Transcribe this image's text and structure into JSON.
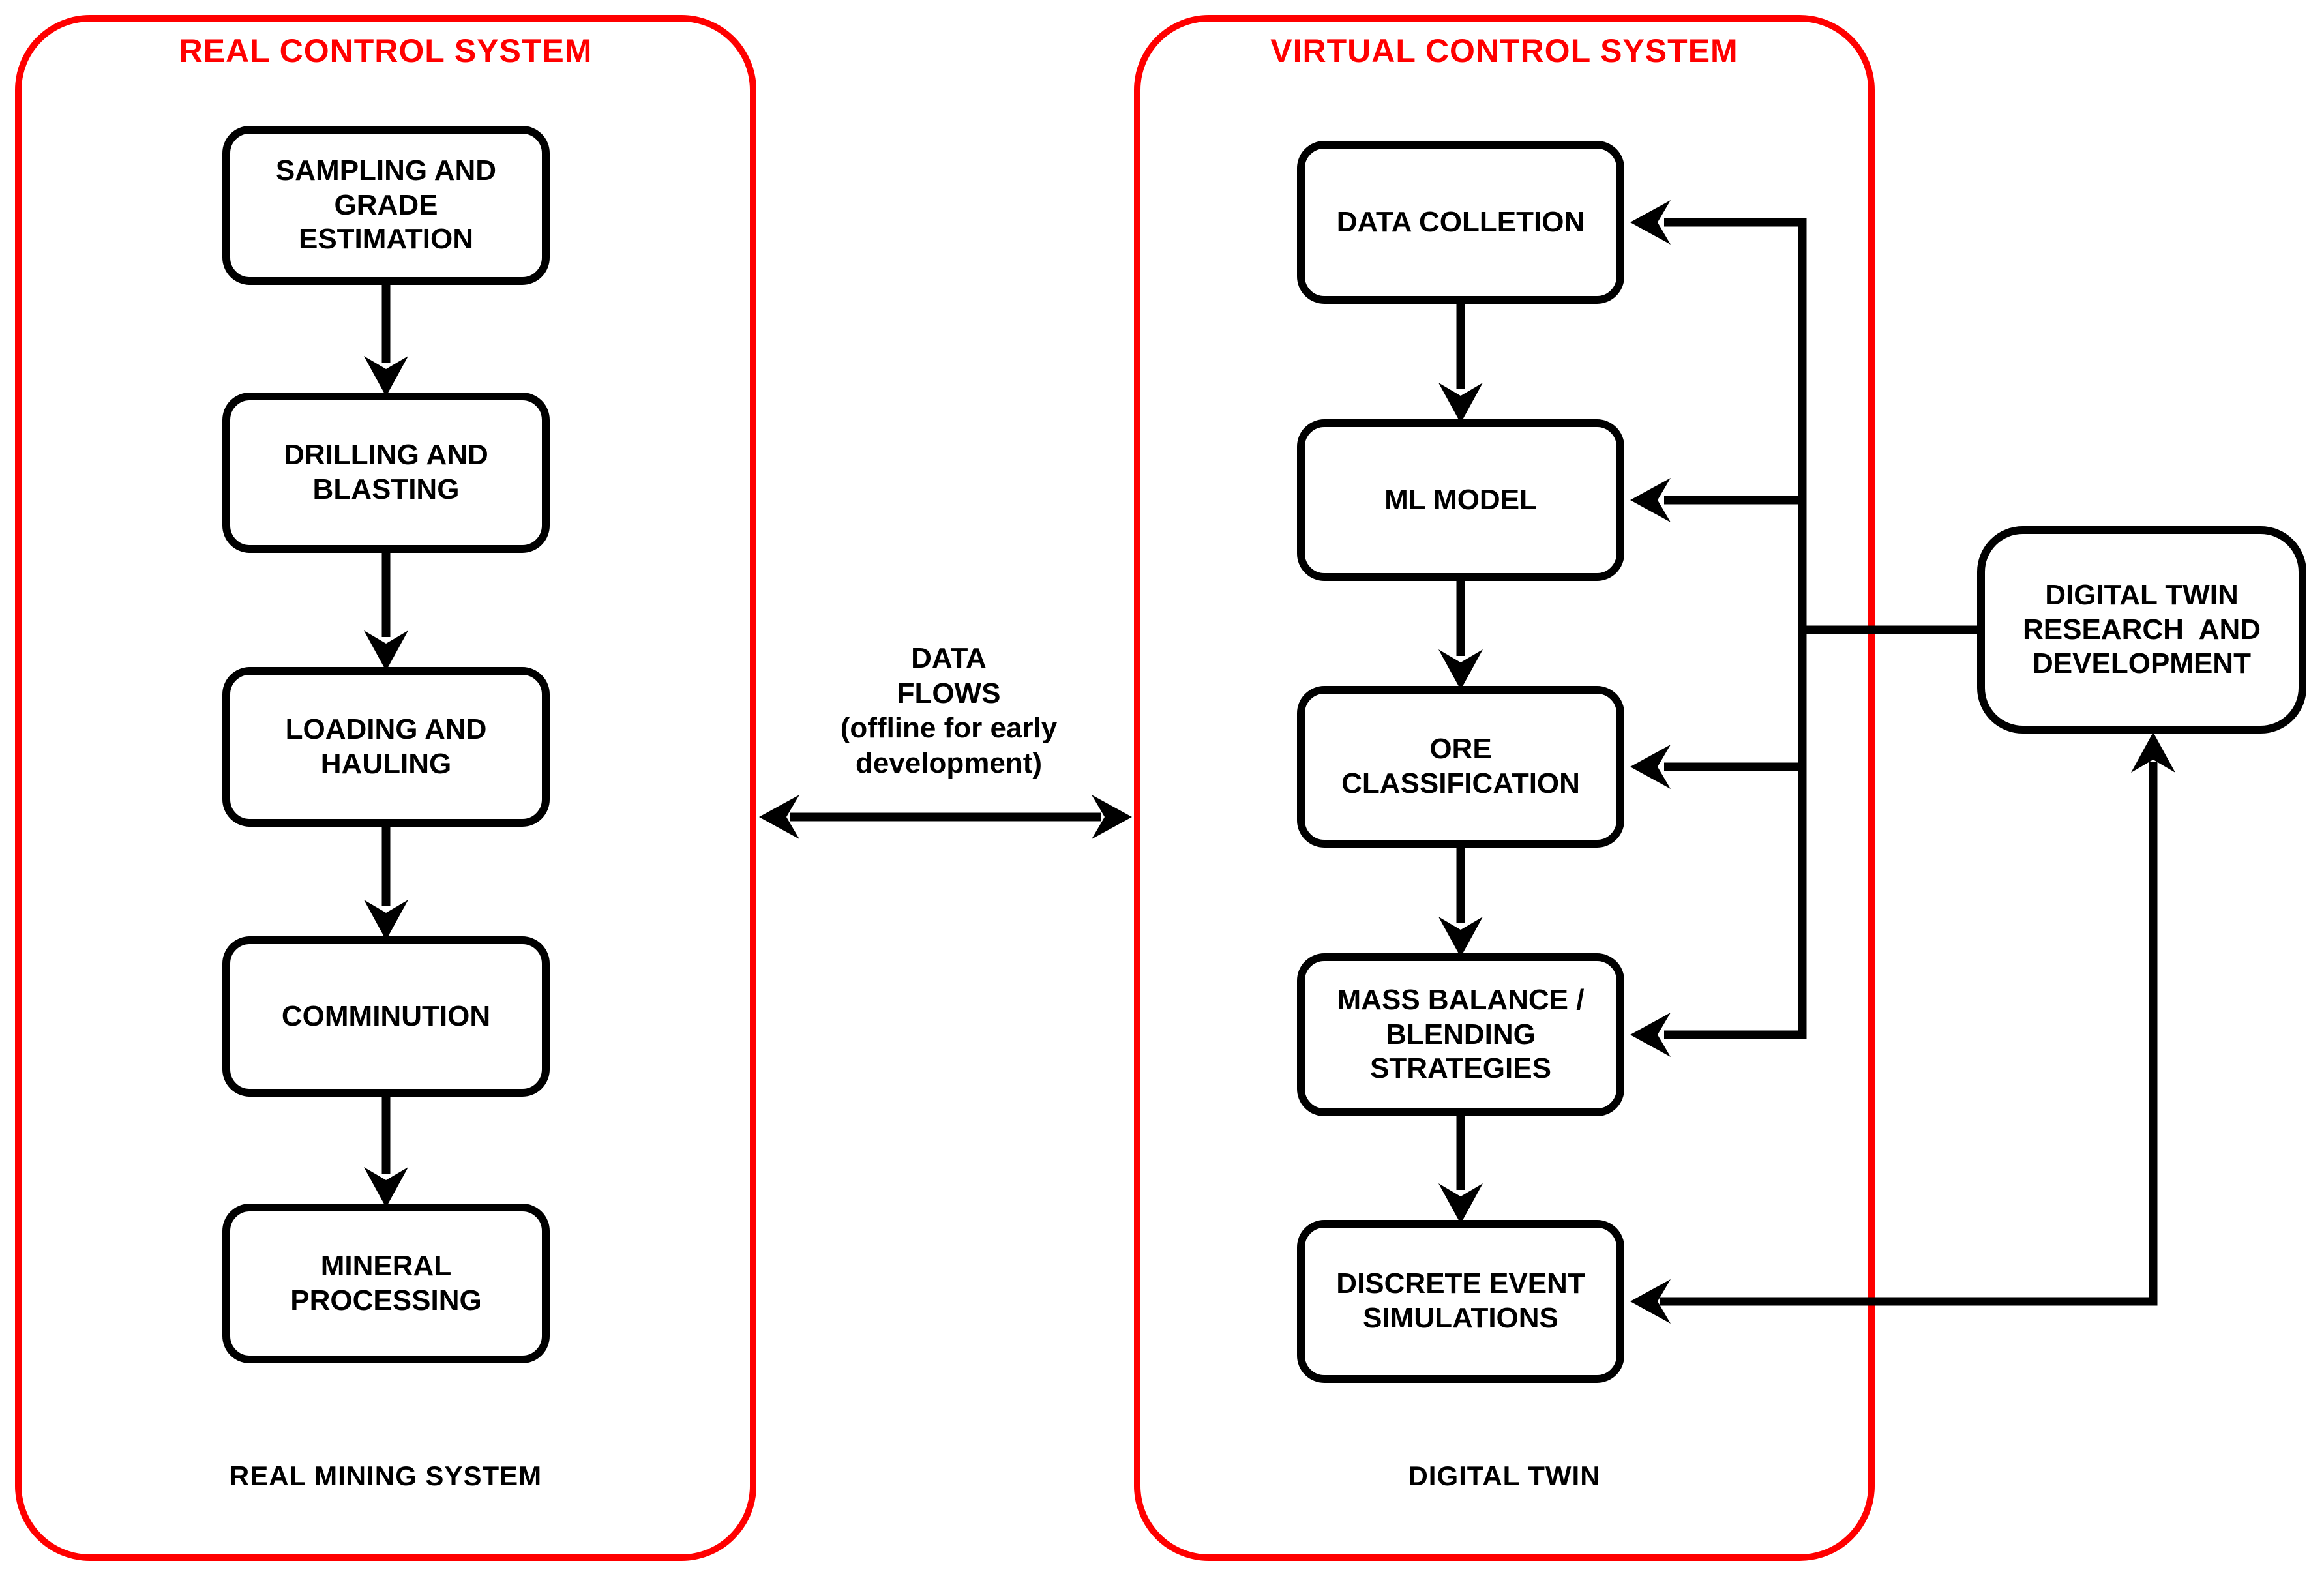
{
  "left_panel": {
    "title": "REAL CONTROL SYSTEM",
    "boxes": [
      {
        "label": "SAMPLING AND\nGRADE\nESTIMATION"
      },
      {
        "label": "DRILLING AND\nBLASTING"
      },
      {
        "label": "LOADING AND\nHAULING"
      },
      {
        "label": "COMMINUTION"
      },
      {
        "label": "MINERAL\nPROCESSING"
      }
    ],
    "footer": "REAL MINING SYSTEM"
  },
  "center": {
    "label": "DATA\nFLOWS\n(offline for early\ndevelopment)"
  },
  "right_panel": {
    "title": "VIRTUAL CONTROL SYSTEM",
    "boxes": [
      {
        "label": "DATA COLLETION"
      },
      {
        "label": "ML MODEL"
      },
      {
        "label": "ORE\nCLASSIFICATION"
      },
      {
        "label": "MASS BALANCE /\nBLENDING\nSTRATEGIES"
      },
      {
        "label": "DISCRETE EVENT\nSIMULATIONS"
      }
    ],
    "footer": "DIGITAL TWIN"
  },
  "side_box": {
    "label": "DIGITAL TWIN\nRESEARCH  AND\nDEVELOPMENT"
  },
  "colors": {
    "container_border": "#ff0000",
    "title_text": "#ff0000",
    "node_border": "#000000",
    "node_text": "#000000",
    "arrow": "#000000",
    "background": "#ffffff"
  }
}
